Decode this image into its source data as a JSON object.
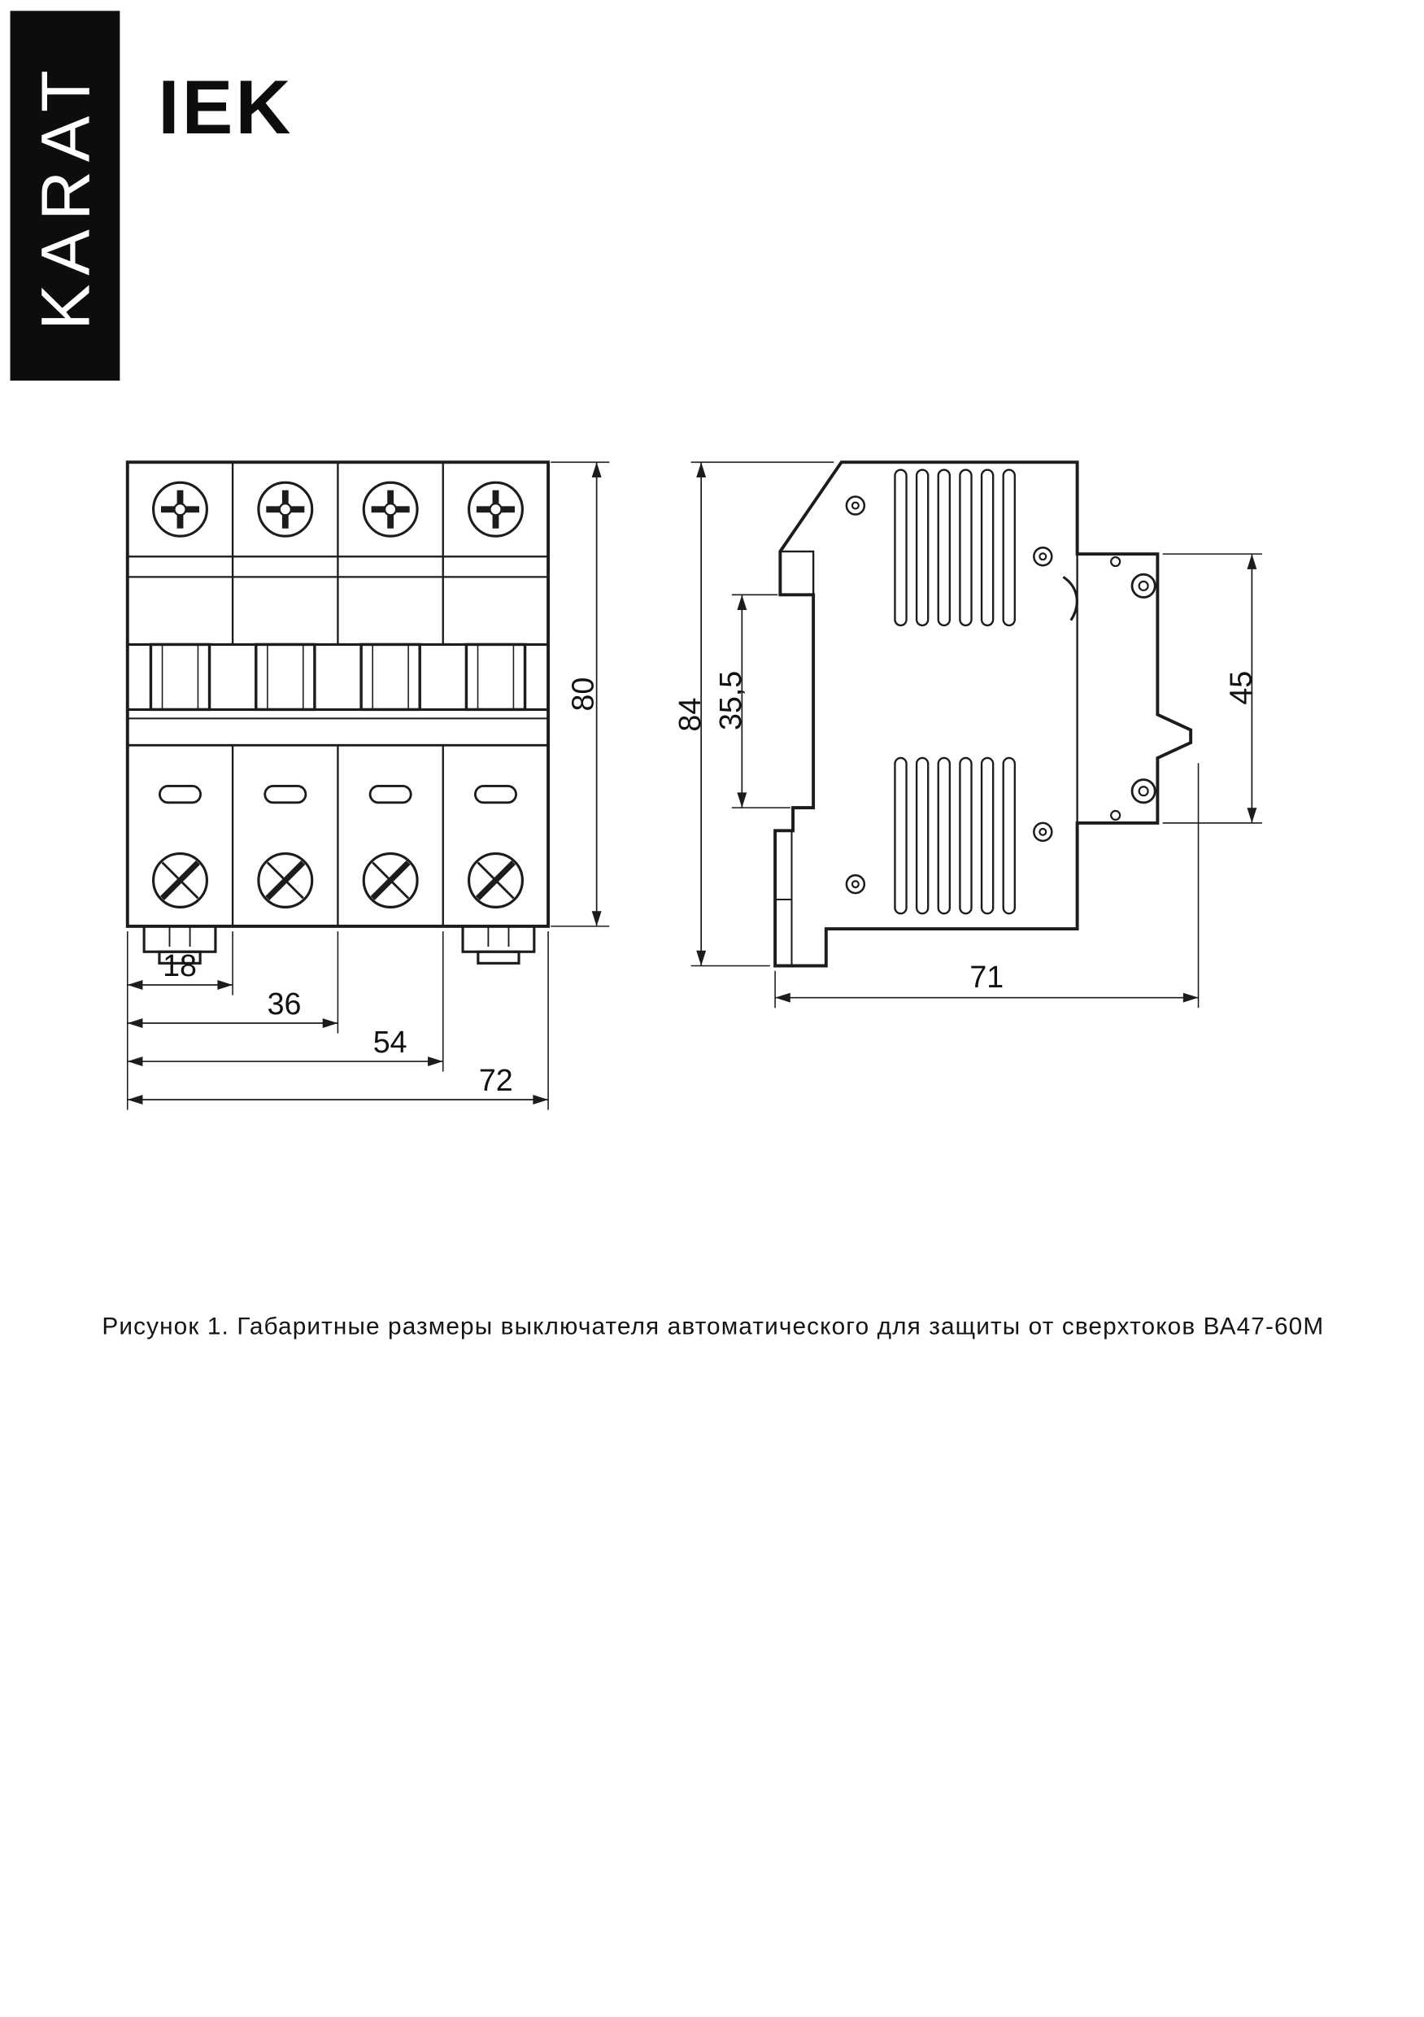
{
  "brand": {
    "side_label": "KARAT",
    "logo_text": "IEK"
  },
  "figure": {
    "caption": "Рисунок 1. Габаритные размеры выключателя автоматического для защиты от сверхтоков ВА47-60М"
  },
  "front_view": {
    "name": "front-view-4-pole-breaker",
    "dims": {
      "height": "80",
      "pole1": "18",
      "pole2": "36",
      "pole3": "54",
      "total_width": "72"
    }
  },
  "side_view": {
    "name": "side-view-breaker",
    "dims": {
      "height": "84",
      "rail_channel": "35,5",
      "mount_flange": "45",
      "depth": "71"
    }
  },
  "colors": {
    "line": "#1c1c1c",
    "brand_bg": "#0d0d0d",
    "paper": "#ffffff"
  }
}
